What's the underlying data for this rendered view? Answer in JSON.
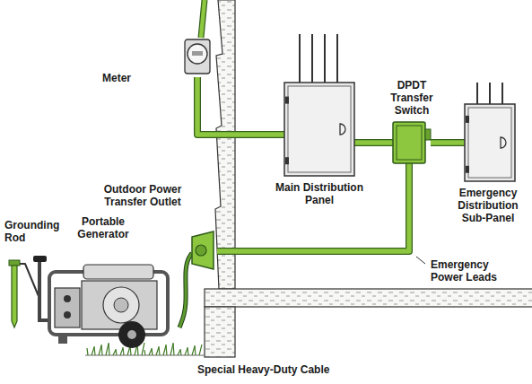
{
  "diagram": {
    "nodes": [
      {
        "text": [
          "Meter"
        ]
      },
      {
        "text": [
          "Main Distribution Panel"
        ]
      },
      {
        "text": [
          "DPDT Transfer Switch"
        ]
      },
      {
        "text": [
          "Emergency Distribution Sub-Panel"
        ]
      },
      {
        "text": [
          "Outdoor Power Transfer Outlet"
        ]
      },
      {
        "text": [
          "Portable Generator"
        ]
      },
      {
        "text": [
          "Grounding Rod"
        ]
      }
    ],
    "edges": [
      {
        "from": 0,
        "to": 1,
        "arrow": "none"
      },
      {
        "from": 1,
        "to": 2,
        "arrow": "none"
      },
      {
        "from": 2,
        "to": 3,
        "arrow": "none"
      },
      {
        "from": 4,
        "to": 2,
        "arrow": "none"
      },
      {
        "from": 5,
        "to": 4,
        "arrow": "none"
      },
      {
        "from": 6,
        "to": 5,
        "arrow": "none"
      }
    ],
    "labels": [
      "Emergency Power Leads",
      "Special Heavy-Duty Cable"
    ]
  }
}
